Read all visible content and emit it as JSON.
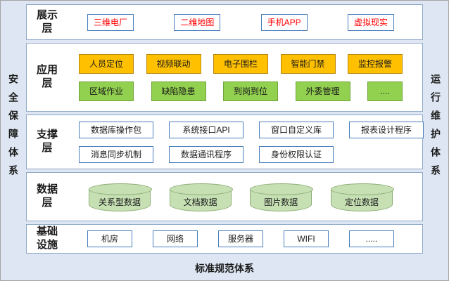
{
  "frame": {
    "left_label": "安全保障体系",
    "right_label": "运行维护体系",
    "bottom_label": "标准规范体系"
  },
  "layers": {
    "presentation": {
      "label": "展示层",
      "items": [
        "三维电厂",
        "二维地图",
        "手机APP",
        "虚拟现实"
      ]
    },
    "application": {
      "label": "应用层",
      "row1": [
        "人员定位",
        "视频联动",
        "电子围栏",
        "智能门禁",
        "监控报警"
      ],
      "row2": [
        "区域作业",
        "缺陷隐患",
        "到岗到位",
        "外委管理",
        "...."
      ]
    },
    "support": {
      "label": "支撑层",
      "row1": [
        "数据库操作包",
        "系统接口API",
        "窗口自定义库",
        "报表设计程序"
      ],
      "row2": [
        "消息同步机制",
        "数据通讯程序",
        "身份权限认证"
      ]
    },
    "data": {
      "label": "数据层",
      "items": [
        "关系型数据",
        "文档数据",
        "图片数据",
        "定位数据"
      ]
    },
    "infrastructure": {
      "label": "基础设施",
      "items": [
        "机房",
        "网络",
        "服务器",
        "WIFI",
        "....."
      ]
    }
  },
  "colors": {
    "background": "#dde6f2",
    "layer_border": "#8ea9c8",
    "box_border": "#4a7ebb",
    "presentation_text": "#ff0000",
    "yellow_fill": "#ffc000",
    "green_fill": "#92d050",
    "cylinder_fill": "#c6e0b4"
  }
}
